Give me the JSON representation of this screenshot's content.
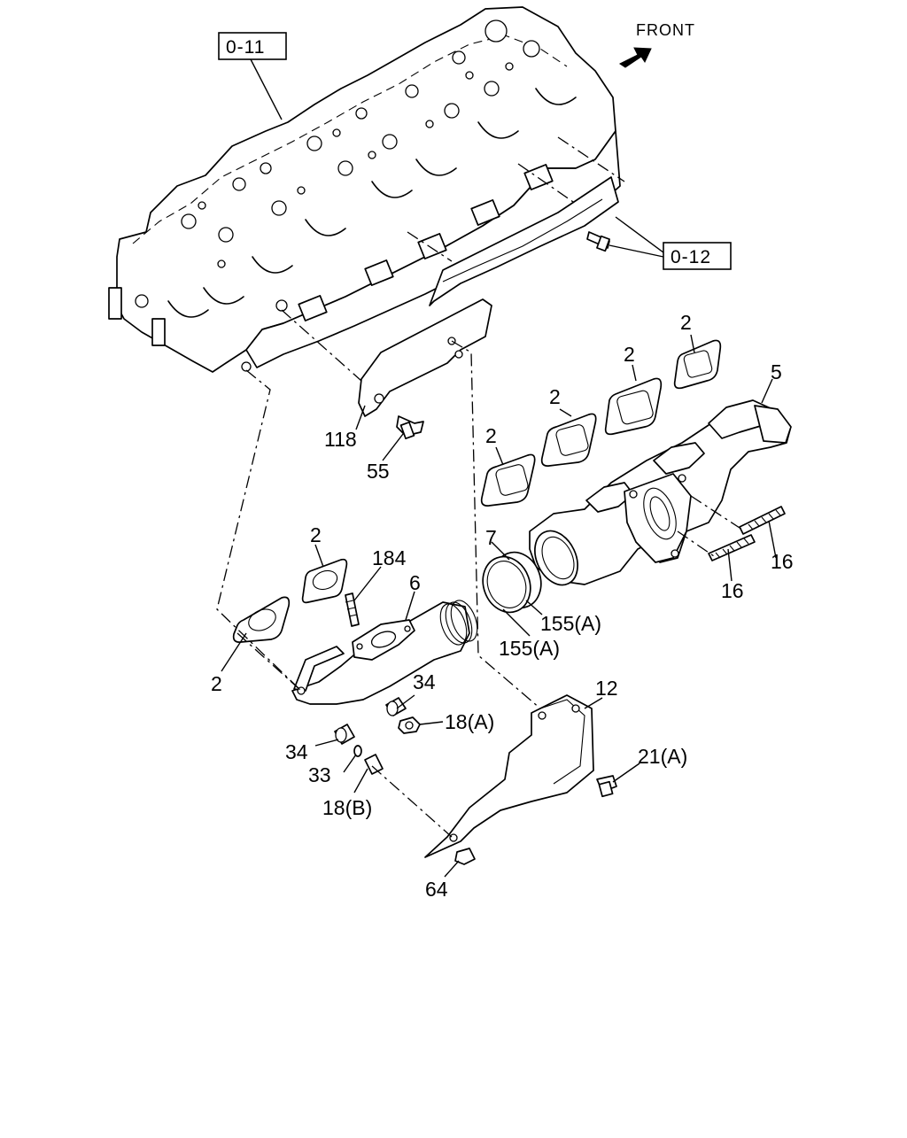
{
  "diagram": {
    "direction_label": "FRONT",
    "ref_boxes": [
      "0-11",
      "0-12"
    ],
    "callouts": {
      "p2_a": "2",
      "p2_b": "2",
      "p2_c": "2",
      "p2_d": "2",
      "p2_e": "2",
      "p2_f": "2",
      "p5": "5",
      "p6": "6",
      "p7": "7",
      "p12": "12",
      "p16_a": "16",
      "p16_b": "16",
      "p18a": "18(A)",
      "p18b": "18(B)",
      "p21a": "21(A)",
      "p33": "33",
      "p34_a": "34",
      "p34_b": "34",
      "p55": "55",
      "p64": "64",
      "p118": "118",
      "p155a_1": "155(A)",
      "p155a_2": "155(A)",
      "p184": "184"
    }
  }
}
